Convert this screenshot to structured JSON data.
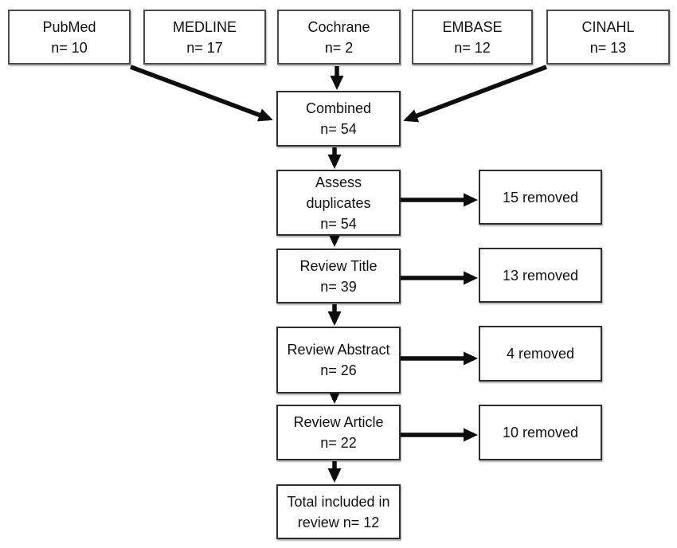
{
  "figure": {
    "type": "literature-review-flow-diagram",
    "background_color": "#ffffff",
    "text_color": "#111111",
    "arrow_color": "#0d0d0d",
    "flow_box_border_color": "#2e2e2e",
    "source_box_border_color": "#4a4a4a"
  },
  "sources": [
    {
      "label": "PubMed",
      "count": "n= 10"
    },
    {
      "label": "MEDLINE",
      "count": "n= 17"
    },
    {
      "label": "Cochrane",
      "count": "n= 2"
    },
    {
      "label": "EMBASE",
      "count": "n= 12"
    },
    {
      "label": "CINAHL",
      "count": "n= 13"
    }
  ],
  "flow": [
    {
      "text": "Combined\nn= 54"
    },
    {
      "text": "Assess\nduplicates\nn= 54",
      "removed": "15 removed"
    },
    {
      "text": "Review Title\nn= 39",
      "removed": "13 removed"
    },
    {
      "text": "Review Abstract\nn= 26",
      "removed": "4 removed"
    },
    {
      "text": "Review Article\nn= 22",
      "removed": "10 removed"
    },
    {
      "text": "Total included in\nreview n= 12"
    }
  ]
}
